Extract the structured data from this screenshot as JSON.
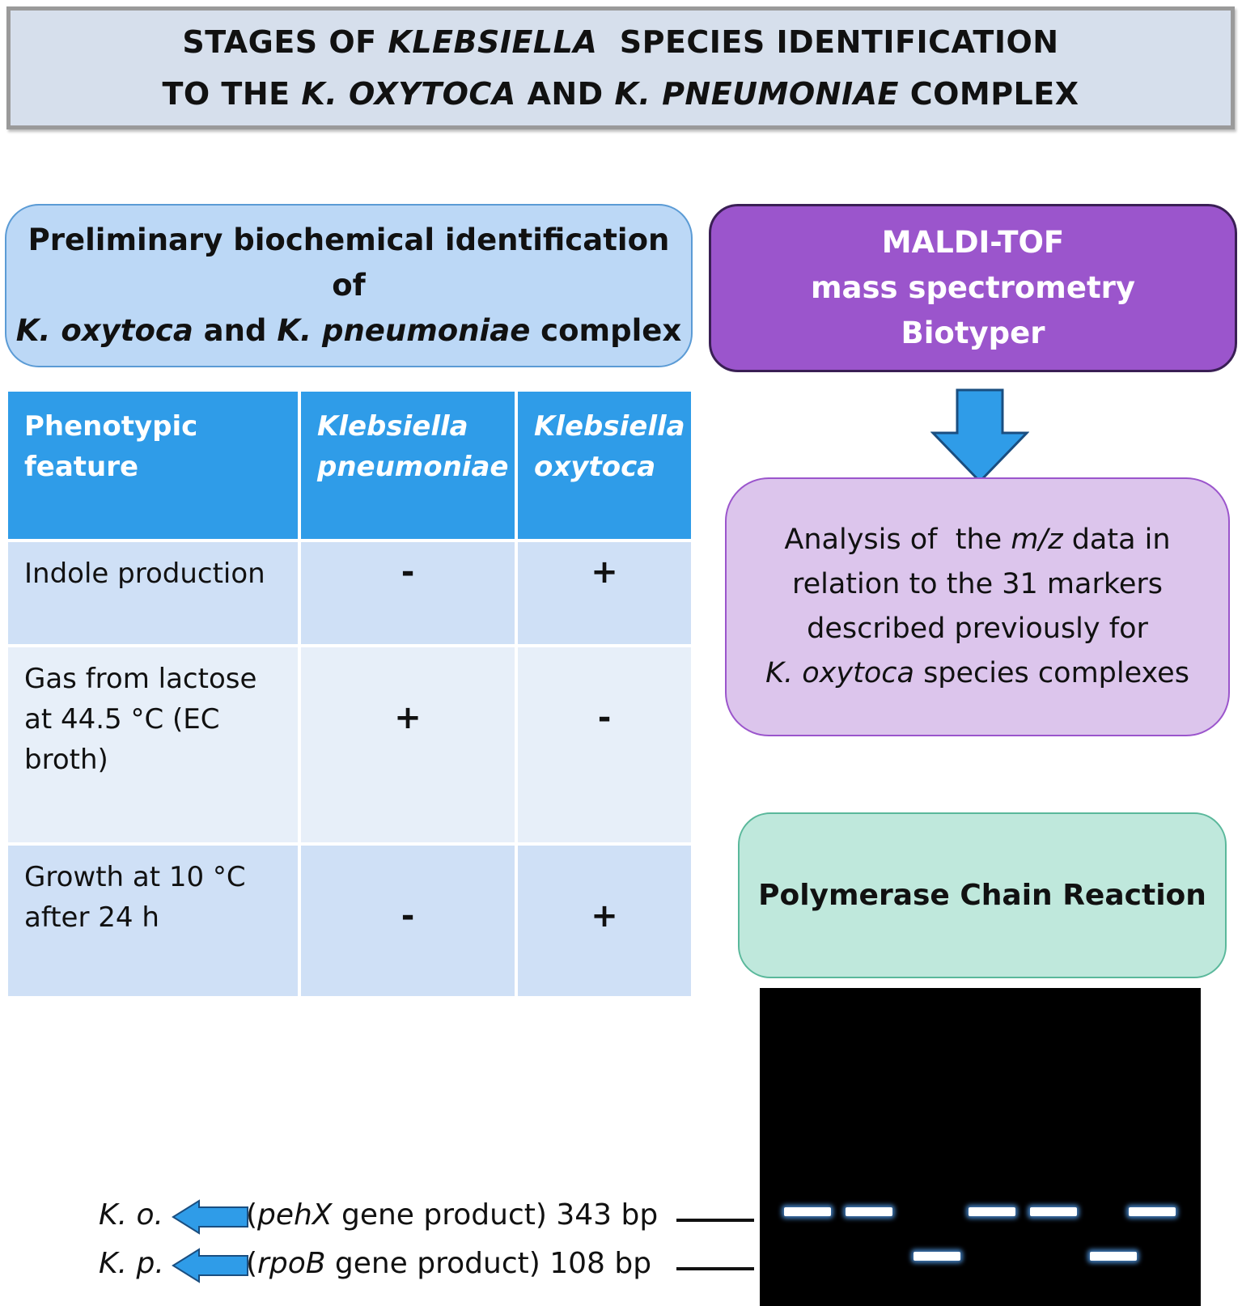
{
  "title": {
    "line1": {
      "a": "STAGES OF ",
      "b": "KLEBSIELLA",
      "c": "  SPECIES IDENTIFICATION"
    },
    "line2": {
      "a": "TO THE ",
      "b": "K. OXYTOCA",
      "c": " AND ",
      "d": "K. PNEUMONIAE",
      "e": " COMPLEX"
    }
  },
  "preliminary": {
    "line1": "Preliminary biochemical identification of",
    "line2": {
      "a": "K. oxytoca",
      "b": " and ",
      "c": "K. pneumoniae",
      "d": " complex"
    }
  },
  "table": {
    "headers": {
      "feature": "Phenotypic feature",
      "kp": "Klebsiella pneumoniae",
      "ko": "Klebsiella oxytoca"
    },
    "rows": [
      {
        "feature": "Indole production",
        "kp": "-",
        "ko": "+"
      },
      {
        "feature": "Gas from lactose at 44.5 °C (EC broth)",
        "kp": "+",
        "ko": "-"
      },
      {
        "feature": "Growth at 10 °C after 24 h",
        "kp": "-",
        "ko": "+"
      }
    ]
  },
  "maldi": {
    "line1": "MALDI-TOF",
    "line2": "mass spectrometry",
    "line3": "Biotyper"
  },
  "analysis": {
    "line1": {
      "a": "Analysis of  the ",
      "b": "m/z",
      "c": " data in"
    },
    "line2": "relation to the 31 markers",
    "line3": "described previously for",
    "line4": {
      "a": "K. oxytoca",
      "b": " species complexes"
    }
  },
  "pcr": {
    "label": "Polymerase Chain Reaction"
  },
  "gel": {
    "ko": {
      "abbr": "K. o.",
      "gene": "pehX",
      "rest": " gene product) 343 bp",
      "open": "("
    },
    "kp": {
      "abbr": "K. p.",
      "gene": "rpoB",
      "rest": " gene product) 108 bp",
      "open": "("
    }
  },
  "colors": {
    "title_bg": "#d6dfec",
    "prelim_bg": "#bcd8f6",
    "table_header": "#2f9ce8",
    "maldi": "#9b55cc",
    "analysis": "#dcc5ec",
    "pcr": "#bfe8dc",
    "arrow": "#2f9ce8"
  }
}
